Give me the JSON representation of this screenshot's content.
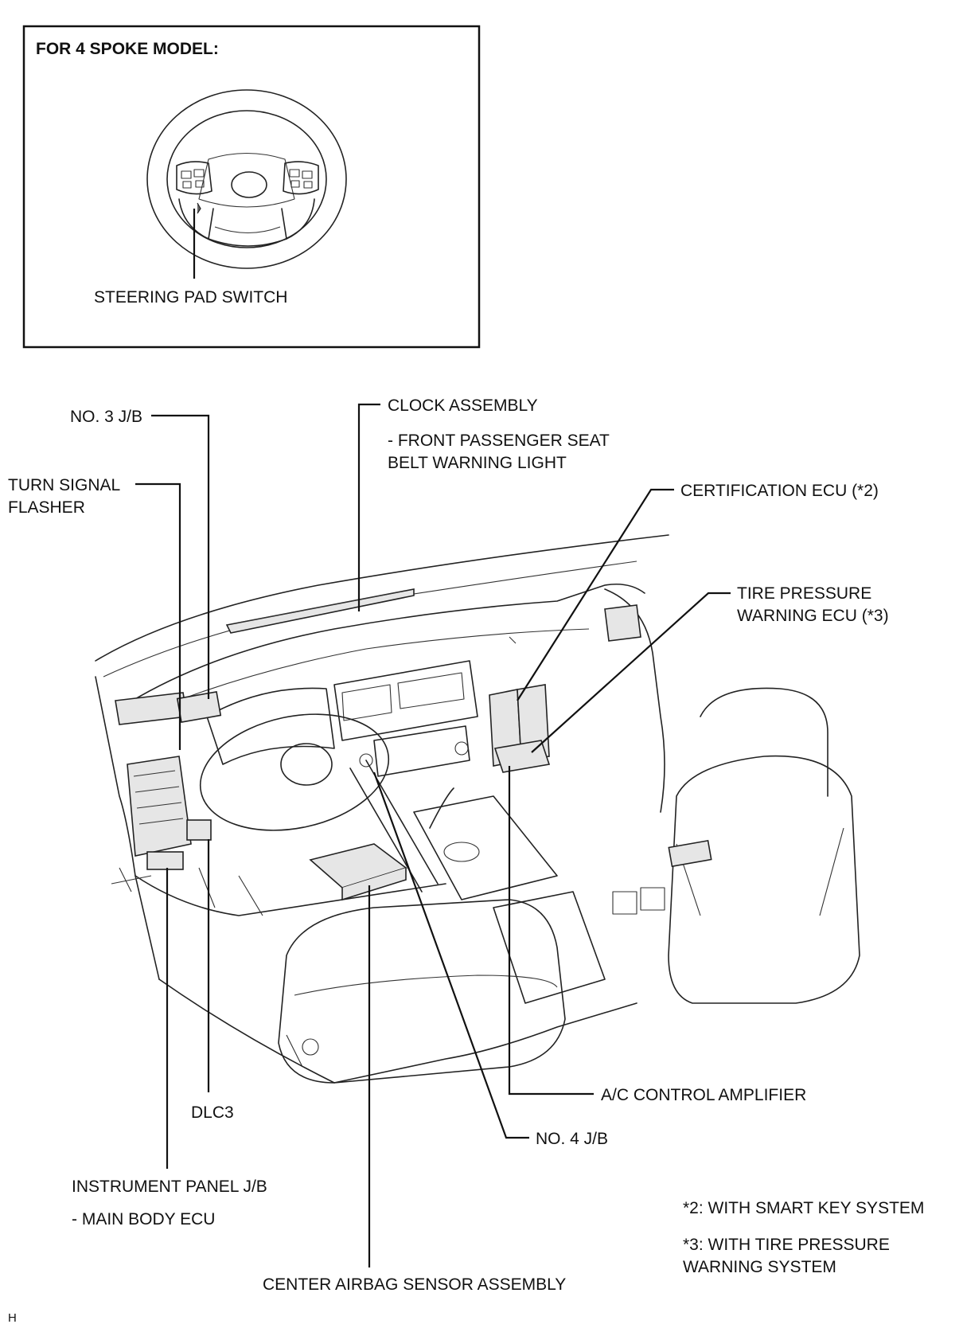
{
  "inset": {
    "title": "FOR 4 SPOKE MODEL:",
    "steering_pad_switch": "STEERING PAD SWITCH"
  },
  "labels": {
    "no3_jb": "NO. 3 J/B",
    "turn_signal_flasher_1": "TURN SIGNAL",
    "turn_signal_flasher_2": "FLASHER",
    "clock_assembly": "CLOCK ASSEMBLY",
    "front_passenger_seat_1": "- FRONT PASSENGER SEAT",
    "front_passenger_seat_2": "BELT WARNING LIGHT",
    "certification_ecu": "CERTIFICATION ECU (*2)",
    "tire_pressure_ecu_1": "TIRE PRESSURE",
    "tire_pressure_ecu_2": "WARNING ECU (*3)",
    "ac_control_amplifier": "A/C CONTROL AMPLIFIER",
    "no4_jb": "NO. 4 J/B",
    "dlc3": "DLC3",
    "instrument_panel_jb": "INSTRUMENT PANEL J/B",
    "main_body_ecu": "- MAIN BODY ECU",
    "center_airbag_sensor": "CENTER AIRBAG SENSOR ASSEMBLY"
  },
  "notes": {
    "note2": "*2: WITH SMART KEY SYSTEM",
    "note3_1": "*3: WITH TIRE PRESSURE",
    "note3_2": "WARNING SYSTEM"
  },
  "corner_mark": "H"
}
